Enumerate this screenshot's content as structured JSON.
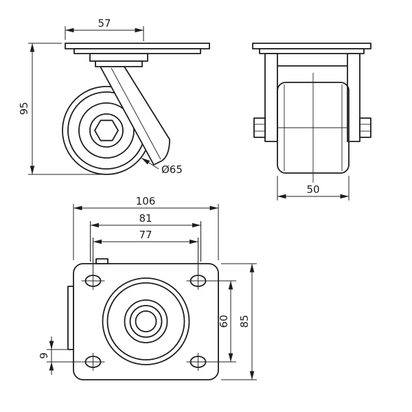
{
  "title": "Caster wheel technical drawing, three orthographic views",
  "colors": {
    "line": "#1d1d1d",
    "background": "#ffffff"
  },
  "views": {
    "side": "side view of swivel plate caster",
    "front": "front view of caster wheel and fork",
    "top": "top view of mounting plate with bolt slots"
  },
  "dims": {
    "swivel_offset": "57",
    "overall_height": "95",
    "wheel_diameter": "Ø65",
    "wheel_width": "50",
    "plate_length": "106",
    "slot_spacing": "81",
    "bolt_spacing_length": "77",
    "bolt_spacing_width": "60",
    "plate_width": "85",
    "edge_offset": "9"
  }
}
